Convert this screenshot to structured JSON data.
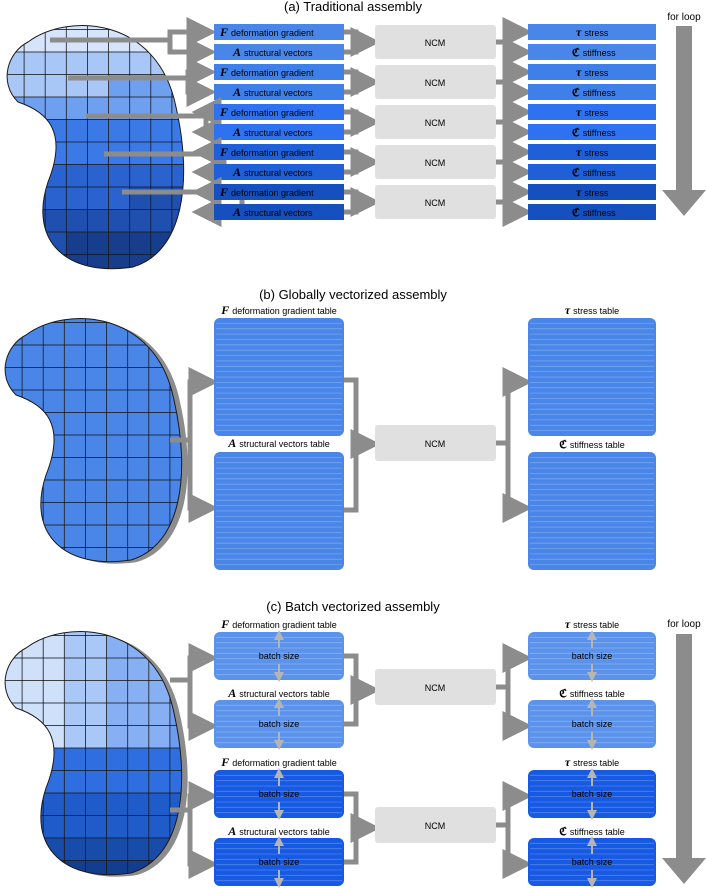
{
  "colors": {
    "arrow": "#8c8c8c",
    "ncm_box": "#e0e0e0",
    "mesh_line": "#1a1a1a",
    "global_blue": "#4a86e8",
    "row_blues": [
      "#4a86e8",
      "#3f7fe8",
      "#2f72f0",
      "#1f5fd8",
      "#164fbe"
    ],
    "batch_light": "#5b93ec",
    "batch_dark": "#1659e3",
    "mesh_light": [
      "#cfe0fb",
      "#a9c8f7",
      "#86b0f3",
      "#6a9cf0"
    ],
    "mesh_dark": [
      "#2f6ee0",
      "#1f5cc9",
      "#184cab",
      "#133d8e"
    ]
  },
  "labels": {
    "F_symbol": "F",
    "A_symbol": "A",
    "tau_symbol": "τ",
    "c_symbol": "ℭ",
    "deformation_gradient": "deformation gradient",
    "structural_vectors": "structural vectors",
    "stress": "stress",
    "stiffness": "stiffness",
    "ncm": "NCM",
    "for_loop": "for loop",
    "deformation_gradient_table": "deformation gradient table",
    "structural_vectors_table": "structural vectors table",
    "stress_table": "stress table",
    "stiffness_table": "stiffness table",
    "batch_size": "batch size"
  },
  "panels": {
    "a_title": "(a) Traditional assembly",
    "b_title": "(b) Globally vectorized assembly",
    "c_title": "(c) Batch vectorized assembly"
  },
  "traditional_rows": 5,
  "batch_groups": 2
}
